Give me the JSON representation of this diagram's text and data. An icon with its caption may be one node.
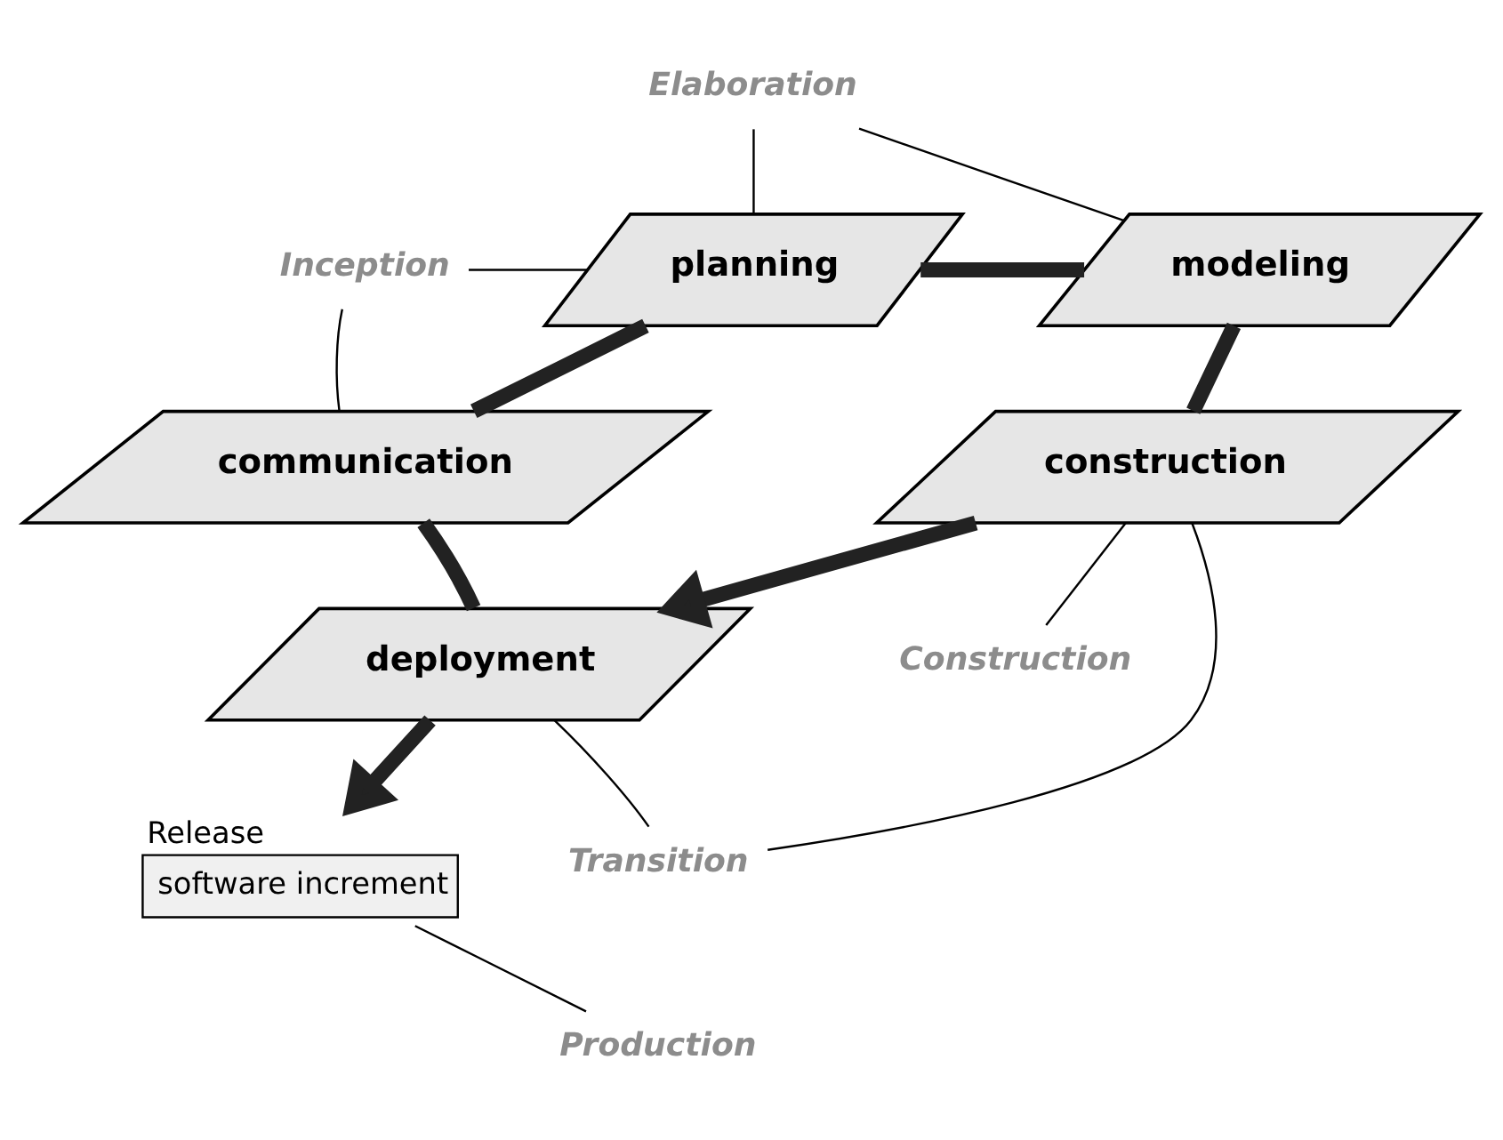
{
  "diagram": {
    "nodes": [
      {
        "text": [
          "communication"
        ]
      },
      {
        "text": [
          "planning"
        ]
      },
      {
        "text": [
          "modeling"
        ]
      },
      {
        "text": [
          "construction"
        ]
      },
      {
        "text": [
          "deployment"
        ]
      },
      {
        "text": [
          "software increment"
        ],
        "beside": [
          "Release"
        ]
      },
      {
        "text": [
          "Inception"
        ]
      },
      {
        "text": [
          "Elaboration"
        ]
      },
      {
        "text": [
          "Construction"
        ]
      },
      {
        "text": [
          "Transition"
        ]
      },
      {
        "text": [
          "Production"
        ]
      }
    ],
    "edges": [
      {
        "from": 0,
        "to": 1,
        "arrow": "none",
        "style": "thick"
      },
      {
        "from": 1,
        "to": 2,
        "arrow": "none",
        "style": "thick"
      },
      {
        "from": 2,
        "to": 3,
        "arrow": "none",
        "style": "thick"
      },
      {
        "from": 3,
        "to": 4,
        "arrow": "to",
        "style": "thick"
      },
      {
        "from": 4,
        "to": 0,
        "arrow": "none",
        "style": "thick"
      },
      {
        "from": 4,
        "to": 5,
        "arrow": "to",
        "style": "thick"
      },
      {
        "from": 6,
        "to": 0,
        "arrow": "none"
      },
      {
        "from": 6,
        "to": 1,
        "arrow": "none"
      },
      {
        "from": 7,
        "to": 1,
        "arrow": "none"
      },
      {
        "from": 7,
        "to": 2,
        "arrow": "none"
      },
      {
        "from": 8,
        "to": 3,
        "arrow": "none"
      },
      {
        "from": 9,
        "to": 3,
        "arrow": "none"
      },
      {
        "from": 9,
        "to": 4,
        "arrow": "none"
      },
      {
        "from": 10,
        "to": 5,
        "arrow": "none"
      }
    ]
  }
}
